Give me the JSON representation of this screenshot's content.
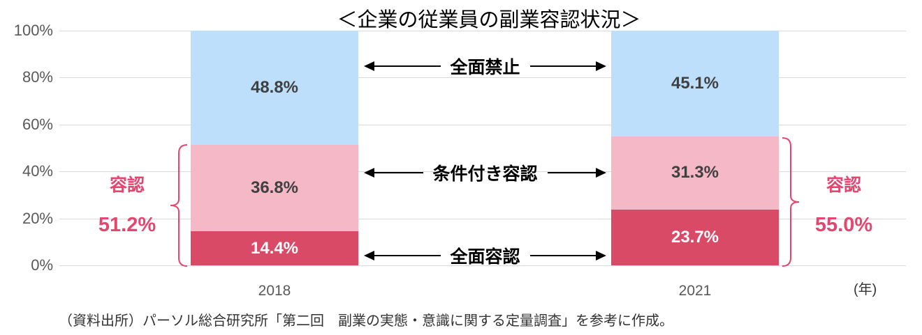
{
  "title": "＜企業の従業員の副業容認状況＞",
  "colors": {
    "full_ban": "#BDDFFB",
    "conditional": "#F4B8C7",
    "full_approval": "#D94A67",
    "accent": "#E4466F",
    "grid": "#D9D9D9",
    "axis_text": "#595959",
    "label_dark": "#404040",
    "label_light": "#FFFFFF"
  },
  "chart_data": {
    "type": "bar",
    "stacked": true,
    "title": "＜企業の従業員の副業容認状況＞",
    "categories": [
      "2018",
      "2021"
    ],
    "series": [
      {
        "name": "全面容認",
        "values": [
          14.4,
          23.7
        ],
        "color": "#D94A67",
        "label_color": "#FFFFFF"
      },
      {
        "name": "条件付き容認",
        "values": [
          36.8,
          31.3
        ],
        "color": "#F4B8C7",
        "label_color": "#404040"
      },
      {
        "name": "全面禁止",
        "values": [
          48.8,
          45.1
        ],
        "color": "#BDDFFB",
        "label_color": "#404040"
      }
    ],
    "y_ticks": [
      "0%",
      "20%",
      "40%",
      "60%",
      "80%",
      "100%"
    ],
    "ylim": [
      0,
      100
    ],
    "grid": true,
    "x_axis_unit": "(年)",
    "annotations": [
      {
        "text": "容認",
        "value": "51.2%",
        "side": "left",
        "year": "2018"
      },
      {
        "text": "容認",
        "value": "55.0%",
        "side": "right",
        "year": "2021"
      }
    ]
  },
  "source_note": "（資料出所）パーソル総合研究所「第二回　副業の実態・意識に関する定量調査」を参考に作成。"
}
